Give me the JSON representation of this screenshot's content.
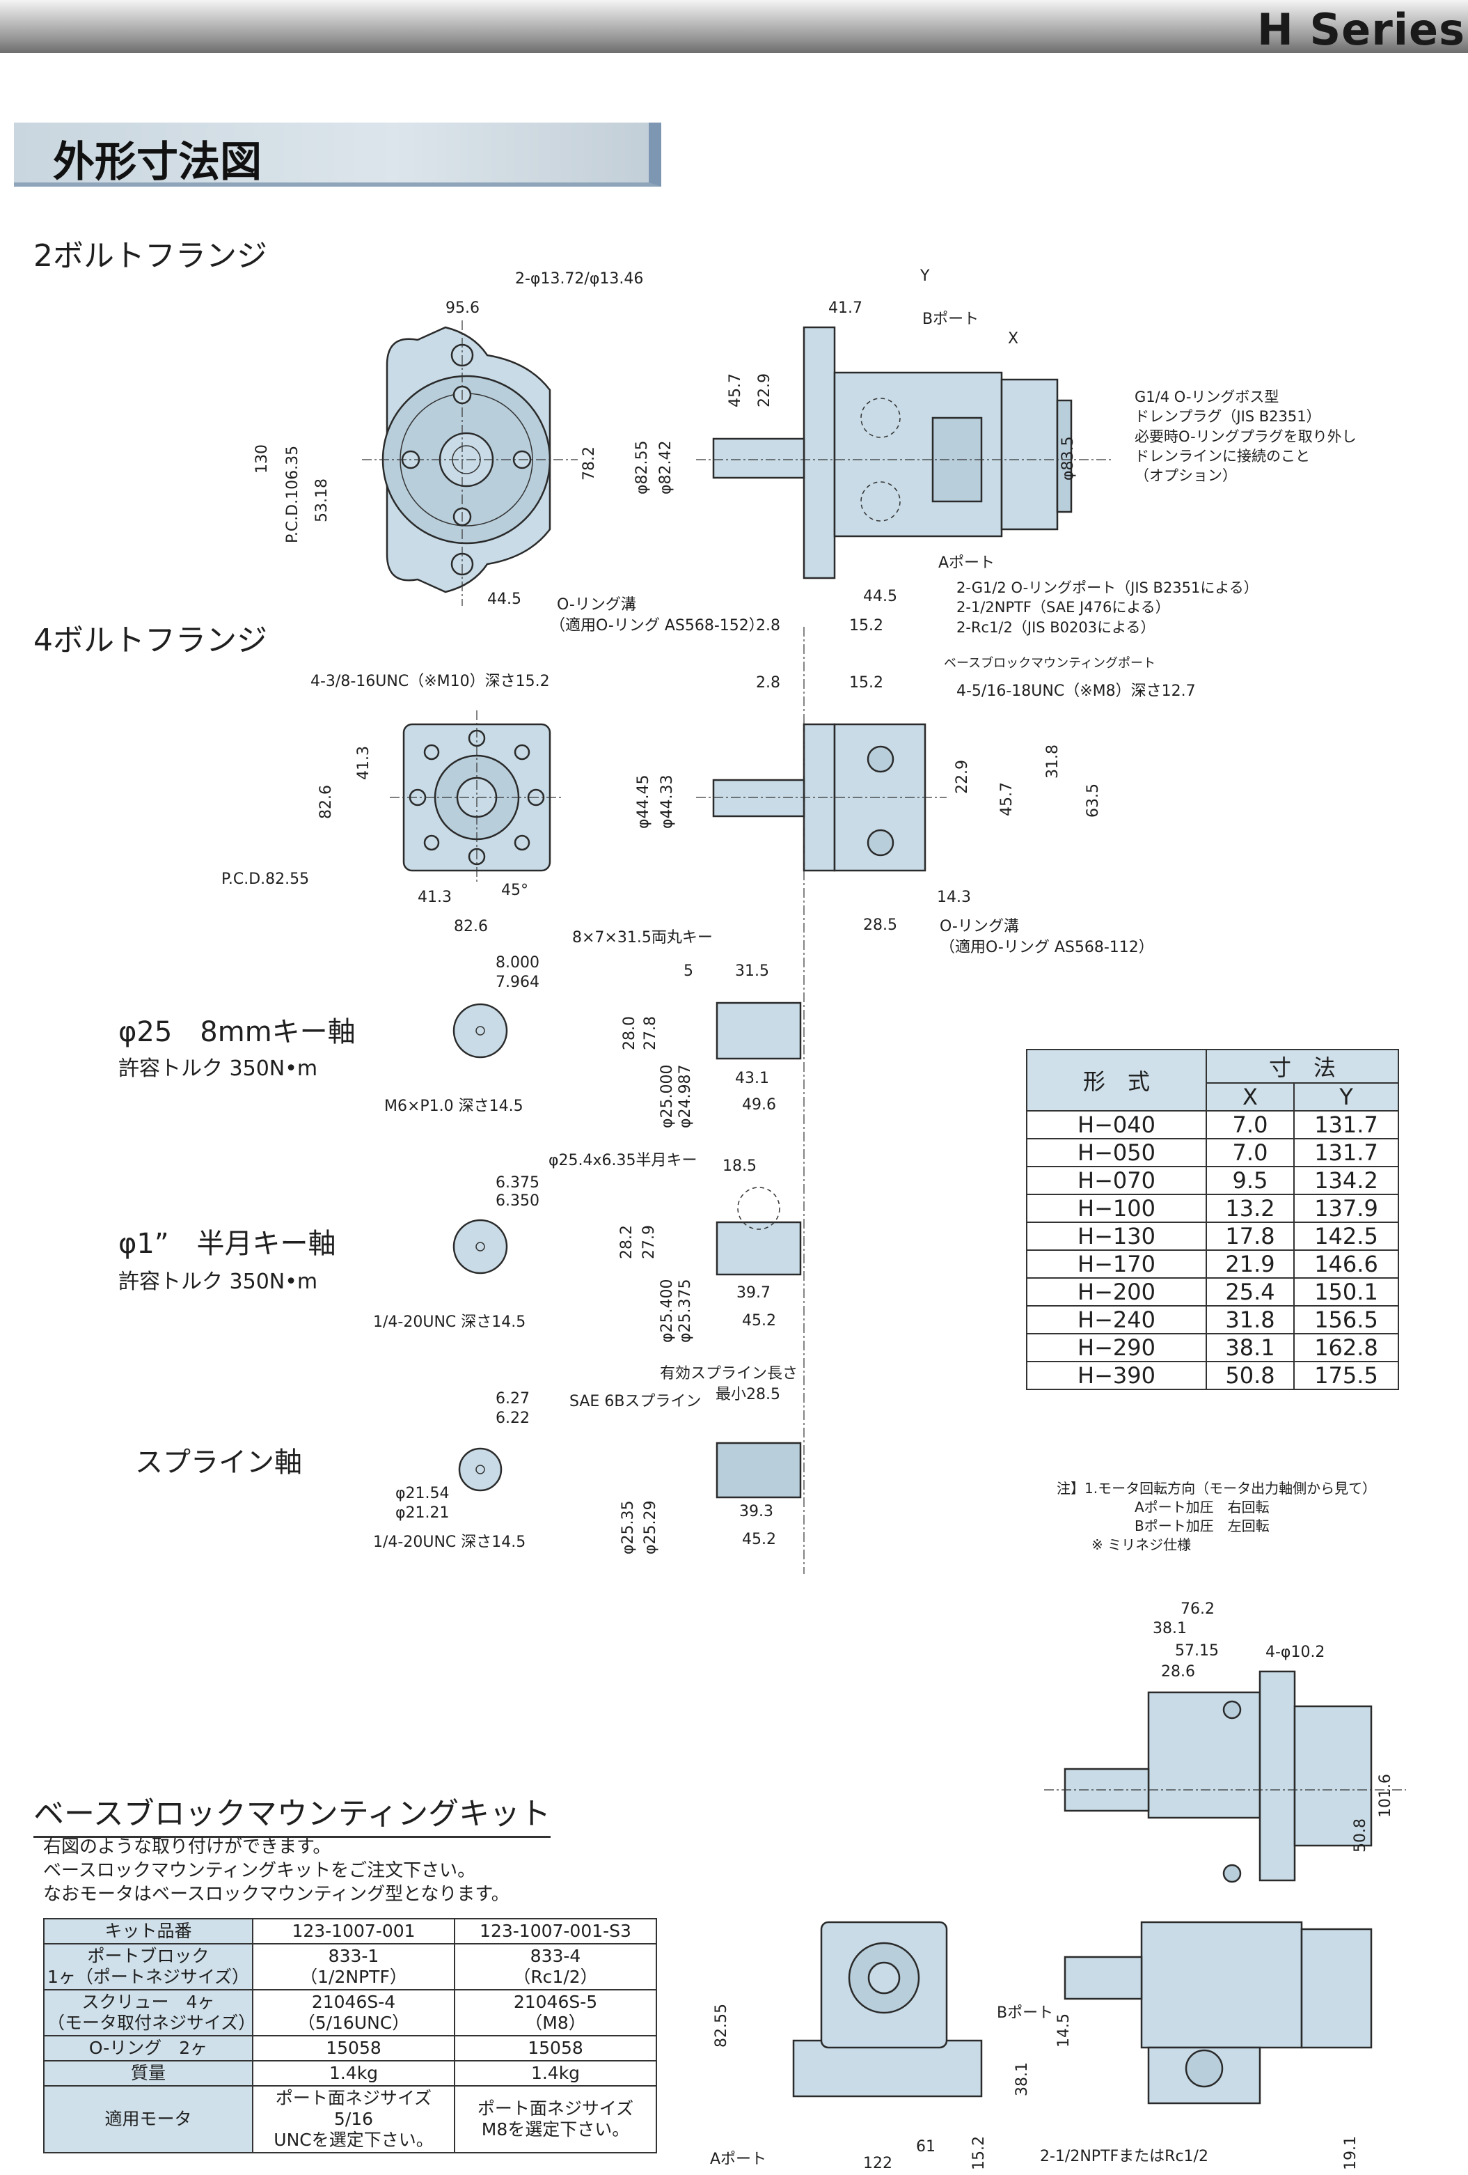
{
  "header": {
    "series": "H Series"
  },
  "section": {
    "title": "外形寸法図"
  },
  "flange2": {
    "title": "2ボルトフランジ",
    "dims": [
      "2-φ13.72/φ13.46",
      "95.6",
      "130",
      "P.C.D.106.35",
      "53.18",
      "78.2",
      "44.5",
      "O-リング溝",
      "（適用O-リング AS568-152）",
      "2.8",
      "15.2",
      "Y",
      "41.7",
      "Bポート",
      "X",
      "45.7",
      "22.9",
      "φ82.55",
      "φ82.42",
      "φ83.5",
      "Aポート",
      "44.5"
    ],
    "plug_note": [
      "G1/4 O-リングボス型",
      "ドレンプラグ（JIS B2351）",
      "必要時O-リングプラグを取り外し",
      "ドレンラインに接続のこと",
      "（オプション）"
    ],
    "port_note": [
      "2-G1/2 O-リングポート（JIS B2351による）",
      "2-1/2NPTF（SAE J476による）",
      "2-Rc1/2（JIS B0203による）"
    ]
  },
  "flange4": {
    "title": "4ボルトフランジ",
    "dims": [
      "4-3/8-16UNC（※M10）深さ15.2",
      "41.3",
      "82.6",
      "P.C.D.82.55",
      "41.3",
      "45°",
      "82.6",
      "2.8",
      "15.2",
      "ベースブロックマウンティングポート",
      "4-5/16-18UNC（※M8）深さ12.7",
      "φ44.45",
      "φ44.33",
      "22.9",
      "45.7",
      "31.8",
      "63.5",
      "14.3",
      "28.5",
      "O-リング溝",
      "（適用O-リング AS568-112）"
    ]
  },
  "shaft1": {
    "title": "φ25　8mmキー軸",
    "torque": "許容トルク 350N•m",
    "dims": [
      "8.000",
      "7.964",
      "M6×P1.0 深さ14.5",
      "8×7×31.5両丸キー",
      "5",
      "31.5",
      "28.0",
      "27.8",
      "φ25.000",
      "φ24.987",
      "43.1",
      "49.6"
    ]
  },
  "shaft2": {
    "title": "φ1”　半月キー軸",
    "torque": "許容トルク 350N•m",
    "dims": [
      "6.375",
      "6.350",
      "1/4-20UNC 深さ14.5",
      "φ25.4x6.35半月キー",
      "18.5",
      "28.2",
      "27.9",
      "φ25.400",
      "φ25.375",
      "39.7",
      "45.2"
    ]
  },
  "shaft3": {
    "title": "スプライン軸",
    "dims": [
      "6.27",
      "6.22",
      "φ21.54",
      "φ21.21",
      "1/4-20UNC 深さ14.5",
      "有効スプライン長さ",
      "SAE 6Bスプライン",
      "最小28.5",
      "φ25.35",
      "φ25.29",
      "39.3",
      "45.2"
    ]
  },
  "spec_table": {
    "header_model": "形　式",
    "header_dim": "寸　法",
    "header_x": "X",
    "header_y": "Y",
    "rows": [
      {
        "model": "H−040",
        "x": "7.0",
        "y": "131.7"
      },
      {
        "model": "H−050",
        "x": "7.0",
        "y": "131.7"
      },
      {
        "model": "H−070",
        "x": "9.5",
        "y": "134.2"
      },
      {
        "model": "H−100",
        "x": "13.2",
        "y": "137.9"
      },
      {
        "model": "H−130",
        "x": "17.8",
        "y": "142.5"
      },
      {
        "model": "H−170",
        "x": "21.9",
        "y": "146.6"
      },
      {
        "model": "H−200",
        "x": "25.4",
        "y": "150.1"
      },
      {
        "model": "H−240",
        "x": "31.8",
        "y": "156.5"
      },
      {
        "model": "H−290",
        "x": "38.1",
        "y": "162.8"
      },
      {
        "model": "H−390",
        "x": "50.8",
        "y": "175.5"
      }
    ]
  },
  "notes": [
    "注】1.モータ回転方向（モータ出力軸側から見て）",
    "Aポート加圧　右回転",
    "Bポート加圧　左回転",
    "※ ミリネジ仕様"
  ],
  "mount_dims": [
    "76.2",
    "38.1",
    "57.15",
    "28.6",
    "4-φ10.2",
    "101.6",
    "50.8",
    "82.55",
    "Bポート",
    "Aポート",
    "61",
    "122",
    "15.2",
    "38.1",
    "14.5",
    "2-1/2NPTFまたはRc1/2",
    "19.1"
  ],
  "kit": {
    "title": "ベースブロックマウンティングキット",
    "intro": [
      "右図のような取り付けができます。",
      "ベースロックマウンティングキットをご注文下さい。",
      "なおモータはベースロックマウンティング型となります。"
    ],
    "rows": [
      {
        "label": [
          "キット品番"
        ],
        "c1": [
          "123-1007-001"
        ],
        "c2": [
          "123-1007-001-S3"
        ]
      },
      {
        "label": [
          "ポートブロック",
          "1ヶ（ポートネジサイズ）"
        ],
        "c1": [
          "833-1",
          "（1/2NPTF）"
        ],
        "c2": [
          "833-4",
          "（Rc1/2）"
        ]
      },
      {
        "label": [
          "スクリュー　4ヶ",
          "（モータ取付ネジサイズ）"
        ],
        "c1": [
          "21046S-4",
          "（5/16UNC）"
        ],
        "c2": [
          "21046S-5",
          "（M8）"
        ]
      },
      {
        "label": [
          "O-リング　2ヶ"
        ],
        "c1": [
          "15058"
        ],
        "c2": [
          "15058"
        ]
      },
      {
        "label": [
          "質量"
        ],
        "c1": [
          "1.4kg"
        ],
        "c2": [
          "1.4kg"
        ]
      },
      {
        "label": [
          "適用モータ"
        ],
        "c1": [
          "ポート面ネジサイズ5/16",
          "UNCを選定下さい。"
        ],
        "c2": [
          "ポート面ネジサイズ",
          "M8を選定下さい。"
        ]
      }
    ]
  }
}
